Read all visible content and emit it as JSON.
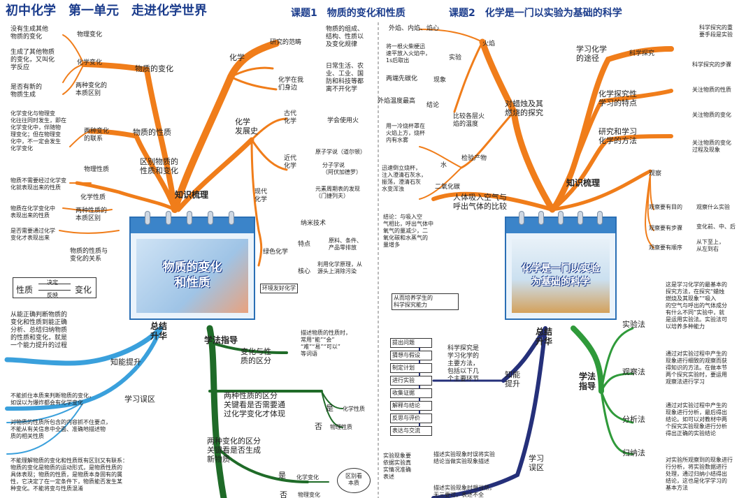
{
  "title": {
    "main": "初中化学　第一单元　走进化学世界",
    "lesson1": "课题1　物质的变化和性质",
    "lesson2": "课题2　化学是一门以实验为基础的科学"
  },
  "left": {
    "center_title": "物质的变化\n和性质",
    "knowledge": "知识梳理",
    "summary": "总结\n升华",
    "method": "学法指导",
    "change": {
      "label": "物质的变化",
      "n1": "没有生成其他\n物质的变化",
      "n1b": "物理变化",
      "n2": "生成了其他物质\n的变化，又叫化\n学反应",
      "n2b": "化学变化",
      "n3": "是否有新的\n物质生成",
      "n3b": "两种变化的\n本质区别",
      "n4": "化学变化与物理变\n化往往同时发生，即在\n化学变化中，伴随物\n理变化；但在物理变\n化中，不一定会发生\n化学变化",
      "n4b": "两种变化\n的联系"
    },
    "property": {
      "label": "物质的性质",
      "diff": "区别物质的\n性质和变化",
      "p1": "物质不需要经过化学变\n化就表现出来的性质",
      "p1b": "物理性质",
      "p2": "物质在化学变化中\n表现出来的性质",
      "p2b": "化学性质",
      "p3": "是否需要通过化学\n变化才表现出来",
      "p3b": "两种性质的\n本质区别",
      "p4": "物质的性质与\n变化的关系",
      "rel_a": "性质",
      "rel_b": "变化",
      "rel_up": "决定",
      "rel_down": "反映"
    },
    "chem": {
      "label": "化学",
      "scope": "研究的范畴",
      "scope_d": "物质的组成、\n结构、性质以\n及变化规律",
      "around": "化学在我\n们身边",
      "around_d": "日常生活、农\n业、工业、国\n防和科技等都\n离不开化学"
    },
    "history": {
      "label": "化学\n发展史",
      "ancient": "古代\n化学",
      "ancient_d": "学会使用火",
      "modern_near": "近代\n化学",
      "nm1": "原子学说（道尔顿）",
      "nm2": "分子学说\n（阿伏加德罗）",
      "nm3": "元素周期表的发现\n（门捷列夫）",
      "modern": "现代\n化学",
      "nano": "纳米技术",
      "green": "绿色化学",
      "feature": "特点",
      "feature_d": "原料、条件、\n产品零排放",
      "core": "核心",
      "core_d": "利用化学原理，从\n源头上消除污染",
      "friendly": "环境友好化学"
    },
    "ability": {
      "label": "知能提升",
      "text": "从能正确判断物质的\n变化和性质到能正确\n分析、总结归纳物质\n的性质和变化，就是\n一个能力提升的过程"
    },
    "mistake": {
      "label": "学习误区",
      "m1": "不能抓住本质来判断物质的变化，\n如误以为爆炸都会有化学变化",
      "m2": "对物质的性质所包含的内容抓不住要点，\n不能从有关信息中全面、准确地描述物\n质的相关性质",
      "m3": "不能理解物质的变化和性质既有区别又有联系：\n物质的变化是物质的运动形式，是物质性质的\n具体表现；物质的性质，是物质本身固有的属\n性，它决定了在一定条件下，物质能否发生某\n种变化。不能将变与性质混淆"
    },
    "guide": {
      "g1": "变化与性\n质的区分",
      "g1d": "描述物质的性质时，\n常用“能”“会”\n“难”“易”“可以”\n等词语",
      "g2": "两种性质的区分\n关键看是否需要通\n过化学变化才体现",
      "yes": "是",
      "yes_d": "化学性质",
      "no": "否",
      "no_d": "物理性质",
      "g3": "两种变化的区分\n关键看是否生成\n新物质",
      "yes2": "是",
      "yes2_d": "化学变化",
      "no2": "否",
      "no2_d": "物理变化",
      "essence": "区别看\n本质"
    }
  },
  "right": {
    "center_title": "化学是一门以实验\n为基础的科学",
    "knowledge": "知识梳理",
    "summary": "总结\n升华",
    "method": "学法\n指导",
    "candle": {
      "label": "对蜡烛及其\n燃烧的探究",
      "flame": "火焰",
      "flame_parts": "外焰、内焰、焰心",
      "exp": "实验",
      "exp_d": "将一根火柴梗迅\n速平放入火焰中，\n1s后取出",
      "phen": "现象",
      "phen_d": "两端先碳化",
      "concl": "结论",
      "concl_d": "外焰温度最高",
      "compare": "比较各层火\n焰的温度",
      "product": "检验产物",
      "water": "水",
      "water_d": "用一冷烧杯罩在\n火焰上方，烧杯\n内有水雾",
      "co2": "二氧化碳",
      "co2_d": "迅速倒立烧杯，\n注入澄清石灰水，\n振荡，澄清石灰\n水变浑浊"
    },
    "breath": {
      "label": "人体吸入空气与\n呼出气体的比较",
      "concl": "结论：与吸入空\n气相比，呼出气体中\n氧气的量减少，二\n氧化碳和水蒸气的\n量增多"
    },
    "way": {
      "label": "学习化学\n的途径",
      "inquiry": "科学探究",
      "i1": "科学探究的重\n要手段是实验",
      "i2": "科学探究的步骤"
    },
    "feature": {
      "label": "化学探究性\n学习的特点",
      "f1": "关注物质的性质",
      "f2": "关注物质的变化"
    },
    "approach": {
      "label": "研究和学习\n化学的方法",
      "a1": "关注物质的变化\n过程及现象"
    },
    "observe": {
      "label": "观察",
      "o1": "观察要有目的",
      "o1d": "观察什么实验",
      "o2": "观察要有步骤",
      "o2d": "变化前、中、后",
      "o3": "观察要有顺序",
      "o3d": "从下至上，\n从左到右"
    },
    "ability": {
      "label": "知能\n提升",
      "top": "从而培养学生的\n科学探究能力",
      "core": "科学探究是\n学习化学的\n主要方法，\n包括以下几\n个主要环节",
      "steps": [
        "提出问题",
        "猜想与假设",
        "制定计划",
        "进行实验",
        "收集证据",
        "解释与结论",
        "反思与评价",
        "表达与交流"
      ]
    },
    "mistake": {
      "label": "学习\n误区",
      "left": "实验现象要\n依据实验真\n实情况准确\n表述",
      "m1": "描述实验现象时误将实验\n结论当做实验现象描述",
      "m2": "描述实验现象时想当然，\n无三要可，表述不全"
    },
    "methods": {
      "exp": "实验法",
      "exp_d": "这是学习化学的最基本的\n探究方法，在探究“蜡烛\n燃烧及其现象”“吸入\n的空气与呼出的气体成分\n有什么不同”实验中，就\n是运用实验法。实验法可\n以培养多种能力",
      "obs": "观察法",
      "obs_d": "通过对实验过程中产生的\n现象进行细致的观察而获\n得知识的方法。在做本节\n两个探究实验时，要运用\n观察法进行学习",
      "ana": "分析法",
      "ana_d": "通过对实验过程中产生的\n现象进行分析，最后得出\n结论。如可以对教材中两\n个探究实验现象进行分析\n得出正确的实验结论",
      "ind": "归纳法",
      "ind_d": "对实验所观察到的现象进行\n行分析，将实验数据进行\n处理，通过归纳小结得出\n结论，这也是化学学习的\n基本方法"
    }
  },
  "colors": {
    "orange": "#f07d1a",
    "green": "#2f9a3a",
    "darkgreen": "#1f6b28",
    "blue": "#3aa0dc",
    "navy": "#25307a",
    "title_blue": "#1b3c8c"
  }
}
